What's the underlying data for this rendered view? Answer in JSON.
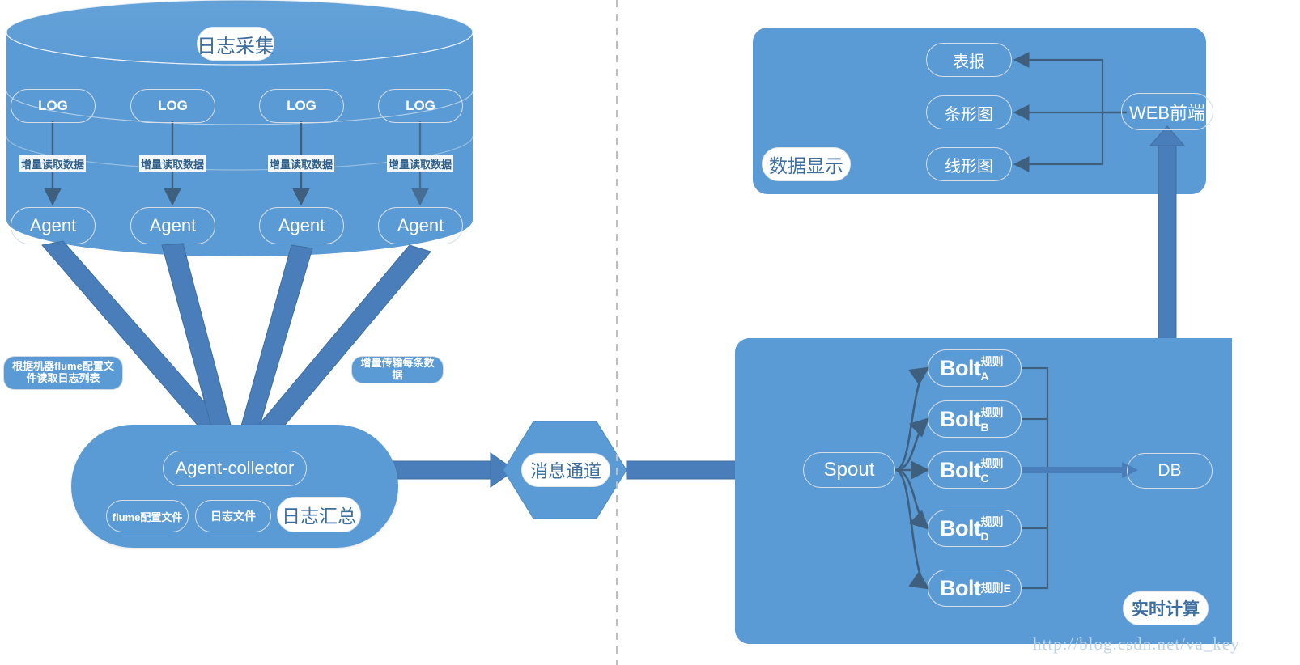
{
  "meta": {
    "diagram_type": "architecture-flow",
    "watermark": "http://blog.csdn.net/va_key",
    "colors": {
      "panel_blue": "#5B9BD5",
      "arrow_blue": "#4A7EBB",
      "thin_arrow": "#3F5F7F",
      "node_border": "#D6DDE6",
      "badge_text": "#2E5F8A",
      "divider": "#BFBFBF"
    }
  },
  "collection": {
    "title": "日志采集",
    "logs": [
      {
        "label": "LOG"
      },
      {
        "label": "LOG"
      },
      {
        "label": "LOG"
      },
      {
        "label": "LOG"
      }
    ],
    "read_labels": [
      "增量读取数据",
      "增量读取数据",
      "增量读取数据",
      "增量读取数据"
    ],
    "agents": [
      {
        "label": "Agent"
      },
      {
        "label": "Agent"
      },
      {
        "label": "Agent"
      },
      {
        "label": "Agent"
      }
    ]
  },
  "notes": {
    "flume_read": "根据机器flume配置文件读取日志列表",
    "incremental_transfer": "增量传输每条数据"
  },
  "aggregation": {
    "title": "日志汇总",
    "collector": "Agent-collector",
    "items": [
      {
        "label": "flume配置文件"
      },
      {
        "label": "日志文件"
      }
    ]
  },
  "message_channel": {
    "label": "消息通道"
  },
  "realtime": {
    "title": "实时计算",
    "spout": "Spout",
    "bolts": [
      {
        "name": "Bolt",
        "rule": "规则A"
      },
      {
        "name": "Bolt",
        "rule": "规则B"
      },
      {
        "name": "Bolt",
        "rule": "规则C"
      },
      {
        "name": "Bolt",
        "rule": "规则D"
      },
      {
        "name": "Bolt",
        "rule": "规则E"
      }
    ],
    "db": "DB"
  },
  "display": {
    "title": "数据显示",
    "views": [
      {
        "label": "表报"
      },
      {
        "label": "条形图"
      },
      {
        "label": "线形图"
      }
    ],
    "frontend": "WEB前端"
  }
}
